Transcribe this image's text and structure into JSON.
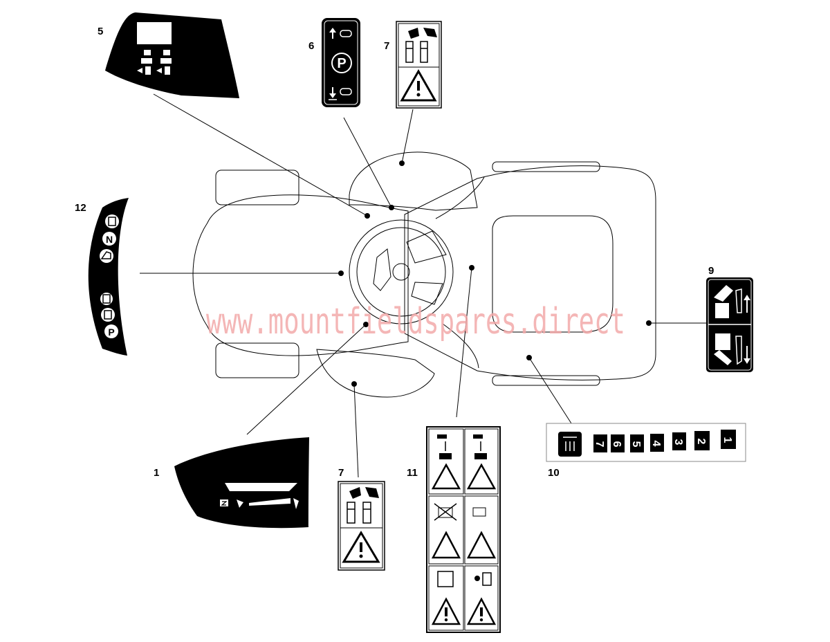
{
  "diagram": {
    "watermark": "www.mountfieldspares.direct",
    "callouts": {
      "c1": "1",
      "c5": "5",
      "c6": "6",
      "c7a": "7",
      "c7b": "7",
      "c9": "9",
      "c10": "10",
      "c11": "11",
      "c12": "12"
    },
    "decal_glyphs": {
      "park_letter": "P",
      "neutral_letter": "N",
      "gear_numbers": [
        "7",
        "6",
        "5",
        "4",
        "3",
        "2",
        "1"
      ]
    }
  },
  "colors": {
    "ink": "#000000",
    "paper": "#ffffff",
    "watermark": "#f2a9a9"
  }
}
